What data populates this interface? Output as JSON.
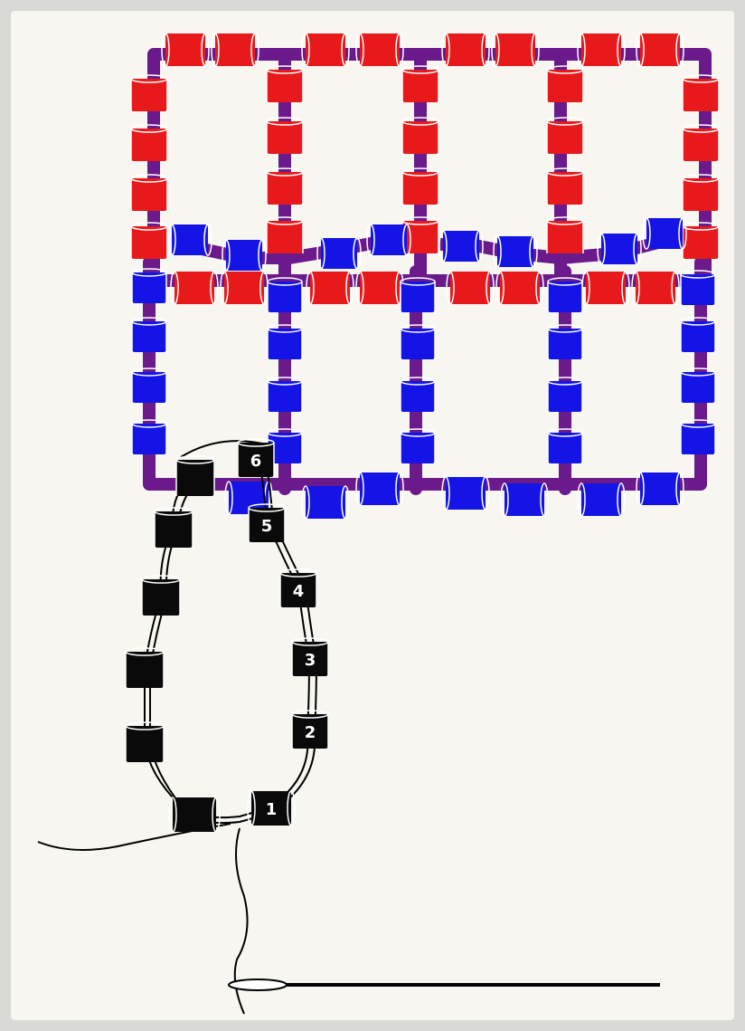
{
  "figure": {
    "colors": {
      "background": "#f7f6f0",
      "border": "#d9d9d6",
      "red_bead": "#e8191b",
      "blue_bead": "#1414e6",
      "black_bead": "#0a0a0a",
      "thread": "#6a1a8a",
      "bead_rim": "#ffffff",
      "needle": "#000000"
    },
    "numbered_beads": [
      "1",
      "2",
      "3",
      "4",
      "5",
      "6"
    ]
  }
}
